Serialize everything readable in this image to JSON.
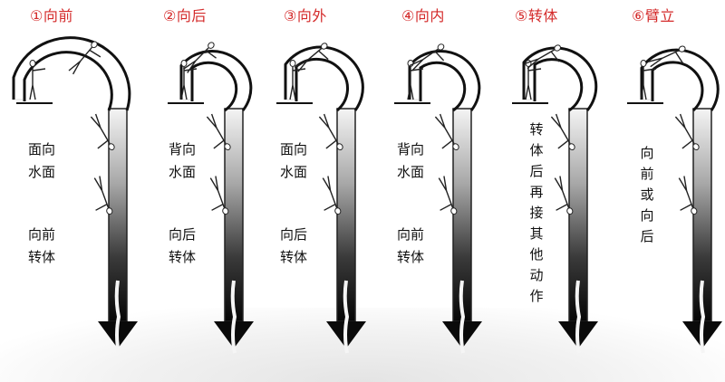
{
  "diagram": {
    "accent_color": "#d42a2a",
    "panels": [
      {
        "title": "①向前",
        "desc_top": "面向\n水面",
        "desc_bottom": "向前\n转体"
      },
      {
        "title": "②向后",
        "desc_top": "背向\n水面",
        "desc_bottom": "向后\n转体"
      },
      {
        "title": "③向外",
        "desc_top": "面向\n水面",
        "desc_bottom": "向后\n转体"
      },
      {
        "title": "④向内",
        "desc_top": "背向\n水面",
        "desc_bottom": "向前\n转体"
      },
      {
        "title": "⑤转体",
        "desc_vertical": "转体后再接其他动作"
      },
      {
        "title": "⑥臂立",
        "desc_vertical": "向前或向后"
      }
    ],
    "icons": [
      "diver-figure-icon",
      "platform-icon",
      "trajectory-arrow-icon",
      "water-splash-icon"
    ]
  }
}
